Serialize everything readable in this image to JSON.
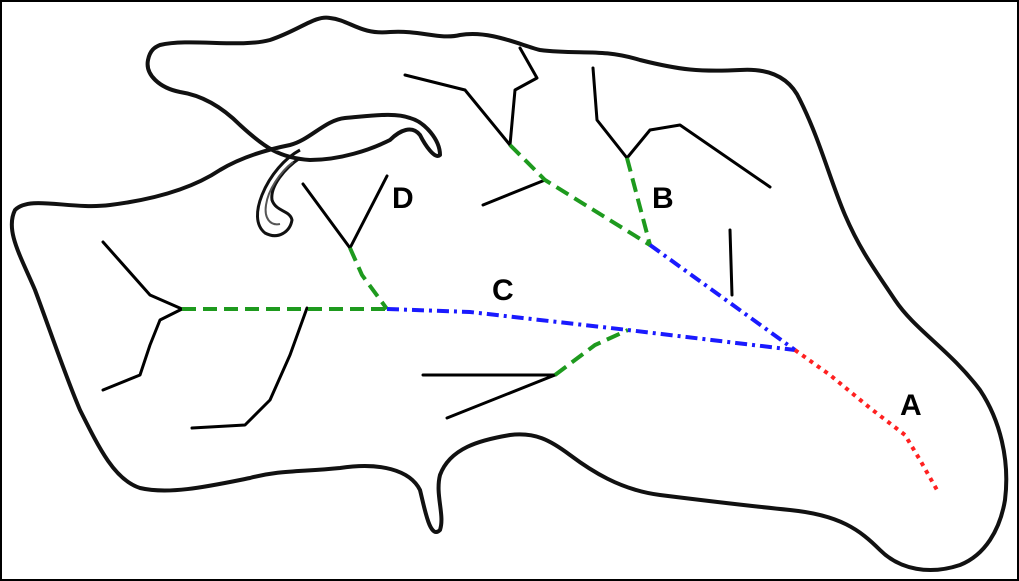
{
  "labels": {
    "a": "A",
    "b": "B",
    "c": "C",
    "d": "D"
  },
  "colors": {
    "outline": "#111111",
    "tributary": "#000000",
    "order2": "#1e9a1e",
    "order3": "#1a1aff",
    "order4": "#ff2020"
  }
}
